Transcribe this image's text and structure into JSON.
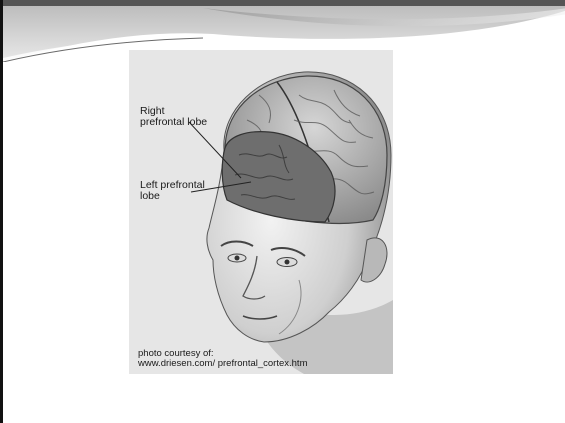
{
  "slide": {
    "labels": {
      "right_lobe": "Right prefrontal lobe",
      "left_lobe": "Left prefrontal lobe"
    },
    "caption": {
      "line1": "photo courtesy of:",
      "line2": "www.driesen.com/ prefrontal_cortex.htm"
    }
  },
  "colors": {
    "banner_top": "#4a4a4a",
    "banner_light": "#d9d9d9",
    "highlight_lobe": "#6e6e6e",
    "background": "#ffffff"
  }
}
